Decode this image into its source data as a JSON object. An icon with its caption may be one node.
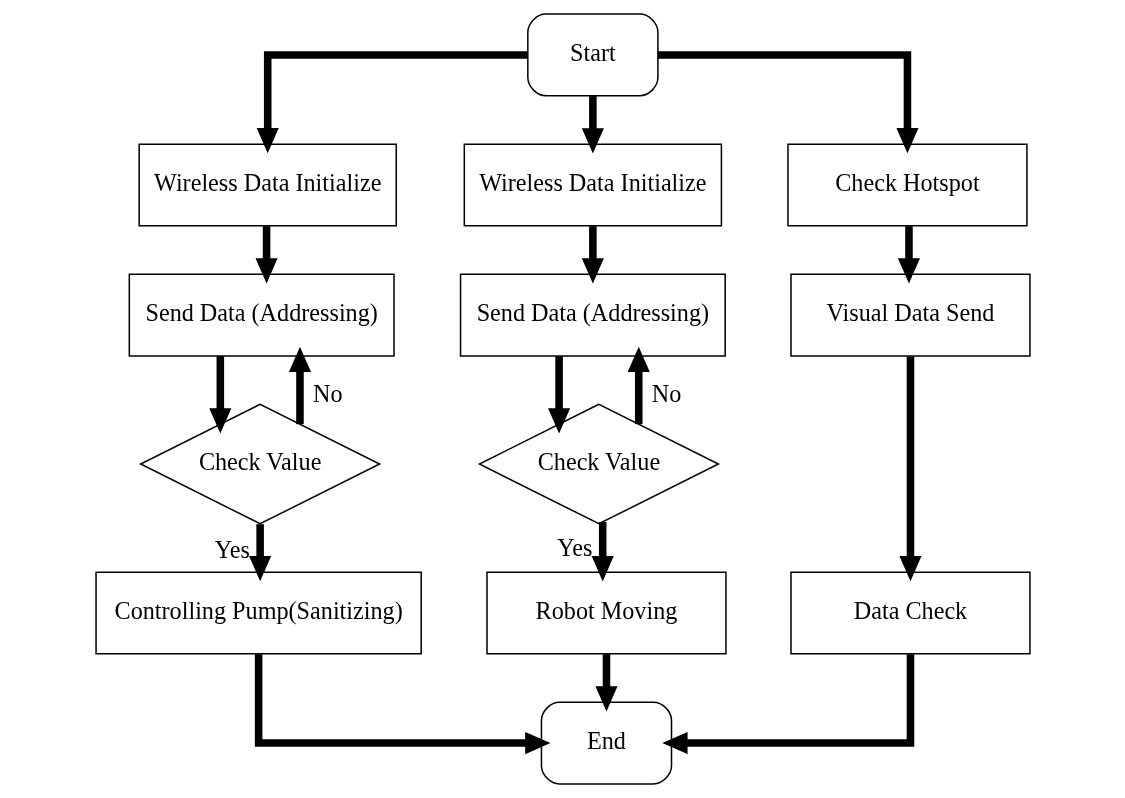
{
  "diagram": {
    "nodes": [
      {
        "text": [
          "Start"
        ]
      },
      {
        "text": [
          "Wireless Data Initialize"
        ]
      },
      {
        "text": [
          "Send Data (Addressing)"
        ]
      },
      {
        "text": [
          "Check Value"
        ]
      },
      {
        "text": [
          "Controlling Pump(Sanitizing)"
        ]
      },
      {
        "text": [
          "Wireless Data Initialize"
        ]
      },
      {
        "text": [
          "Send Data (Addressing)"
        ]
      },
      {
        "text": [
          "Check Value"
        ]
      },
      {
        "text": [
          "Robot Moving"
        ]
      },
      {
        "text": [
          "Check Hotspot"
        ]
      },
      {
        "text": [
          "Visual Data Send"
        ]
      },
      {
        "text": [
          "Data Check"
        ]
      },
      {
        "text": [
          "End"
        ]
      }
    ],
    "edges": [
      {
        "from": 0,
        "to": 1,
        "arrow": "to"
      },
      {
        "from": 0,
        "to": 5,
        "arrow": "to"
      },
      {
        "from": 0,
        "to": 9,
        "arrow": "to"
      },
      {
        "from": 1,
        "to": 2,
        "arrow": "to"
      },
      {
        "from": 2,
        "to": 3,
        "arrow": "to"
      },
      {
        "from": 3,
        "to": 2,
        "arrow": "to",
        "label": "No"
      },
      {
        "from": 3,
        "to": 4,
        "arrow": "to",
        "label": "Yes"
      },
      {
        "from": 4,
        "to": 12,
        "arrow": "to"
      },
      {
        "from": 5,
        "to": 6,
        "arrow": "to"
      },
      {
        "from": 6,
        "to": 7,
        "arrow": "to"
      },
      {
        "from": 7,
        "to": 6,
        "arrow": "to",
        "label": "No"
      },
      {
        "from": 7,
        "to": 8,
        "arrow": "to",
        "label": "Yes"
      },
      {
        "from": 8,
        "to": 12,
        "arrow": "to"
      },
      {
        "from": 9,
        "to": 10,
        "arrow": "to"
      },
      {
        "from": 10,
        "to": 11,
        "arrow": "to"
      },
      {
        "from": 11,
        "to": 12,
        "arrow": "to"
      }
    ]
  }
}
